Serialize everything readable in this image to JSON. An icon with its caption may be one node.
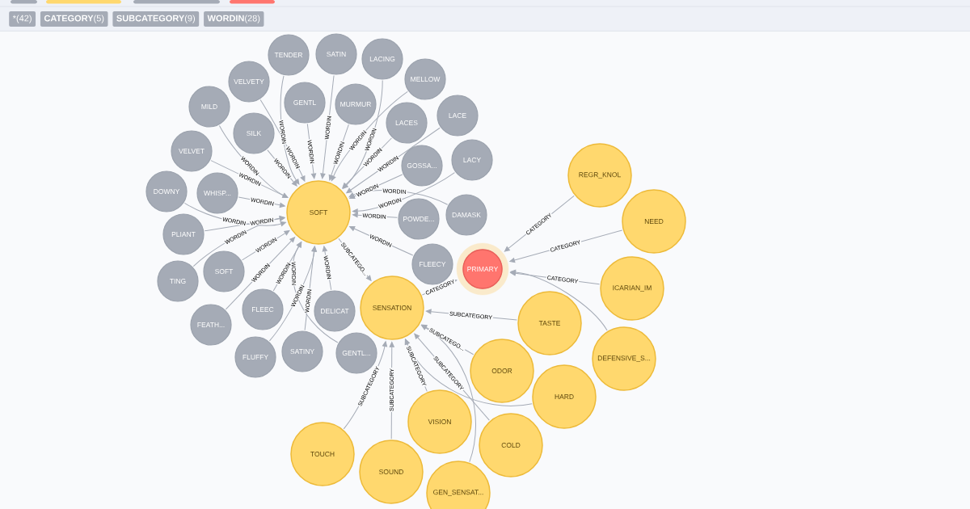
{
  "diagram": {
    "nodes": [
      {
        "text": [
          "SOFT"
        ]
      },
      {
        "text": [
          "TENDER"
        ]
      },
      {
        "text": [
          "SATIN"
        ]
      },
      {
        "text": [
          "LACING"
        ]
      },
      {
        "text": [
          "VELVETY"
        ]
      },
      {
        "text": [
          "GENTL"
        ]
      },
      {
        "text": [
          "MURMUR"
        ]
      },
      {
        "text": [
          "MELLOW"
        ]
      },
      {
        "text": [
          "MILD"
        ]
      },
      {
        "text": [
          "LACES"
        ]
      },
      {
        "text": [
          "LACE"
        ]
      },
      {
        "text": [
          "SILK"
        ]
      },
      {
        "text": [
          "VELVET"
        ]
      },
      {
        "text": [
          "GOSSA..."
        ]
      },
      {
        "text": [
          "LACY"
        ]
      },
      {
        "text": [
          "DOWNY"
        ]
      },
      {
        "text": [
          "WHISP..."
        ]
      },
      {
        "text": [
          "DAMASK"
        ]
      },
      {
        "text": [
          "POWDE..."
        ]
      },
      {
        "text": [
          "PLIANT"
        ]
      },
      {
        "text": [
          "FLEECY"
        ]
      },
      {
        "text": [
          "SOFT"
        ]
      },
      {
        "text": [
          "TING"
        ]
      },
      {
        "text": [
          "FLEEC"
        ]
      },
      {
        "text": [
          "DELICAT"
        ]
      },
      {
        "text": [
          "FEATH..."
        ]
      },
      {
        "text": [
          "SATINY"
        ]
      },
      {
        "text": [
          "GENTL..."
        ]
      },
      {
        "text": [
          "FLUFFY"
        ]
      },
      {
        "text": [
          "SENSATION"
        ]
      },
      {
        "text": [
          "PRIMARY"
        ]
      },
      {
        "text": [
          "REGR_KNOL"
        ]
      },
      {
        "text": [
          "NEED"
        ]
      },
      {
        "text": [
          "ICARIAN_IM"
        ]
      },
      {
        "text": [
          "TASTE"
        ]
      },
      {
        "text": [
          "DEFENSIVE_S..."
        ]
      },
      {
        "text": [
          "ODOR"
        ]
      },
      {
        "text": [
          "HARD"
        ]
      },
      {
        "text": [
          "COLD"
        ]
      },
      {
        "text": [
          "VISION"
        ]
      },
      {
        "text": [
          "TOUCH"
        ]
      },
      {
        "text": [
          "SOUND"
        ]
      },
      {
        "text": [
          "GEN_SENSAT..."
        ]
      }
    ],
    "edges": [
      {
        "from": 1,
        "to": 0,
        "label": "WORDIN",
        "arrow": "to"
      },
      {
        "from": 2,
        "to": 0,
        "label": "WORDIN",
        "arrow": "to"
      },
      {
        "from": 3,
        "to": 0,
        "label": "WORDIN",
        "arrow": "to"
      },
      {
        "from": 4,
        "to": 0,
        "label": "WORDIN",
        "arrow": "to"
      },
      {
        "from": 5,
        "to": 0,
        "label": "WORDIN",
        "arrow": "to"
      },
      {
        "from": 6,
        "to": 0,
        "label": "WORDIN",
        "arrow": "to"
      },
      {
        "from": 7,
        "to": 0,
        "label": "WORDIN",
        "arrow": "to"
      },
      {
        "from": 8,
        "to": 0,
        "label": "WORDIN",
        "arrow": "to"
      },
      {
        "from": 9,
        "to": 0,
        "label": "WORDIN",
        "arrow": "to"
      },
      {
        "from": 10,
        "to": 0,
        "label": "WORDIN",
        "arrow": "to"
      },
      {
        "from": 11,
        "to": 0,
        "label": "WORDIN",
        "arrow": "to"
      },
      {
        "from": 12,
        "to": 0,
        "label": "WORDIN",
        "arrow": "to"
      },
      {
        "from": 13,
        "to": 0,
        "label": "WORDIN",
        "arrow": "to"
      },
      {
        "from": 14,
        "to": 0,
        "label": "WORDIN",
        "arrow": "to"
      },
      {
        "from": 15,
        "to": 0,
        "label": "WORDIN",
        "arrow": "to"
      },
      {
        "from": 16,
        "to": 0,
        "label": "WORDIN",
        "arrow": "to"
      },
      {
        "from": 17,
        "to": 0,
        "label": "WORDIN",
        "arrow": "to"
      },
      {
        "from": 18,
        "to": 0,
        "label": "WORDIN",
        "arrow": "to"
      },
      {
        "from": 19,
        "to": 0,
        "label": "WORDIN",
        "arrow": "to"
      },
      {
        "from": 20,
        "to": 0,
        "label": "WORDIN",
        "arrow": "to"
      },
      {
        "from": 21,
        "to": 0,
        "label": "WORDIN",
        "arrow": "to"
      },
      {
        "from": 22,
        "to": 0,
        "label": "WORDIN",
        "arrow": "to"
      },
      {
        "from": 23,
        "to": 0,
        "label": "WORDIN",
        "arrow": "to"
      },
      {
        "from": 24,
        "to": 0,
        "label": "WORDIN",
        "arrow": "to"
      },
      {
        "from": 25,
        "to": 0,
        "label": "WORDIN",
        "arrow": "to"
      },
      {
        "from": 26,
        "to": 0,
        "label": "WORDIN",
        "arrow": "to"
      },
      {
        "from": 27,
        "to": 0,
        "label": "WORDIN",
        "arrow": "to"
      },
      {
        "from": 28,
        "to": 0,
        "label": "WORDIN",
        "arrow": "to"
      },
      {
        "from": 0,
        "to": 29,
        "label": "SUBCATEGO...",
        "arrow": "to"
      },
      {
        "from": 34,
        "to": 29,
        "label": "SUBCATEGORY",
        "arrow": "to"
      },
      {
        "from": 36,
        "to": 29,
        "label": "SUBCATEGO...",
        "arrow": "to"
      },
      {
        "from": 37,
        "to": 29,
        "arrow": "to"
      },
      {
        "from": 38,
        "to": 29,
        "label": "SUBCATEGORY",
        "arrow": "to"
      },
      {
        "from": 39,
        "to": 29,
        "label": "SUBCATEGORY",
        "arrow": "to"
      },
      {
        "from": 42,
        "to": 29,
        "arrow": "to"
      },
      {
        "from": 41,
        "to": 29,
        "label": "SUBCATEGORY",
        "arrow": "to"
      },
      {
        "from": 40,
        "to": 29,
        "label": "SUBCATEGORY",
        "arrow": "to"
      },
      {
        "from": 29,
        "to": 30,
        "label": "CATEGORY",
        "arrow": "to"
      },
      {
        "from": 31,
        "to": 30,
        "label": "CATEGORY",
        "arrow": "to"
      },
      {
        "from": 32,
        "to": 30,
        "label": "CATEGORY",
        "arrow": "to"
      },
      {
        "from": 33,
        "to": 30,
        "label": "CATEGORY",
        "arrow": "to"
      },
      {
        "from": 35,
        "to": 30,
        "arrow": "to"
      }
    ],
    "labels": [
      "*(42)",
      "**CATEGORY**(5)",
      "**SUBCATEGORY**(9)",
      "**WORDIN**(28)"
    ]
  }
}
